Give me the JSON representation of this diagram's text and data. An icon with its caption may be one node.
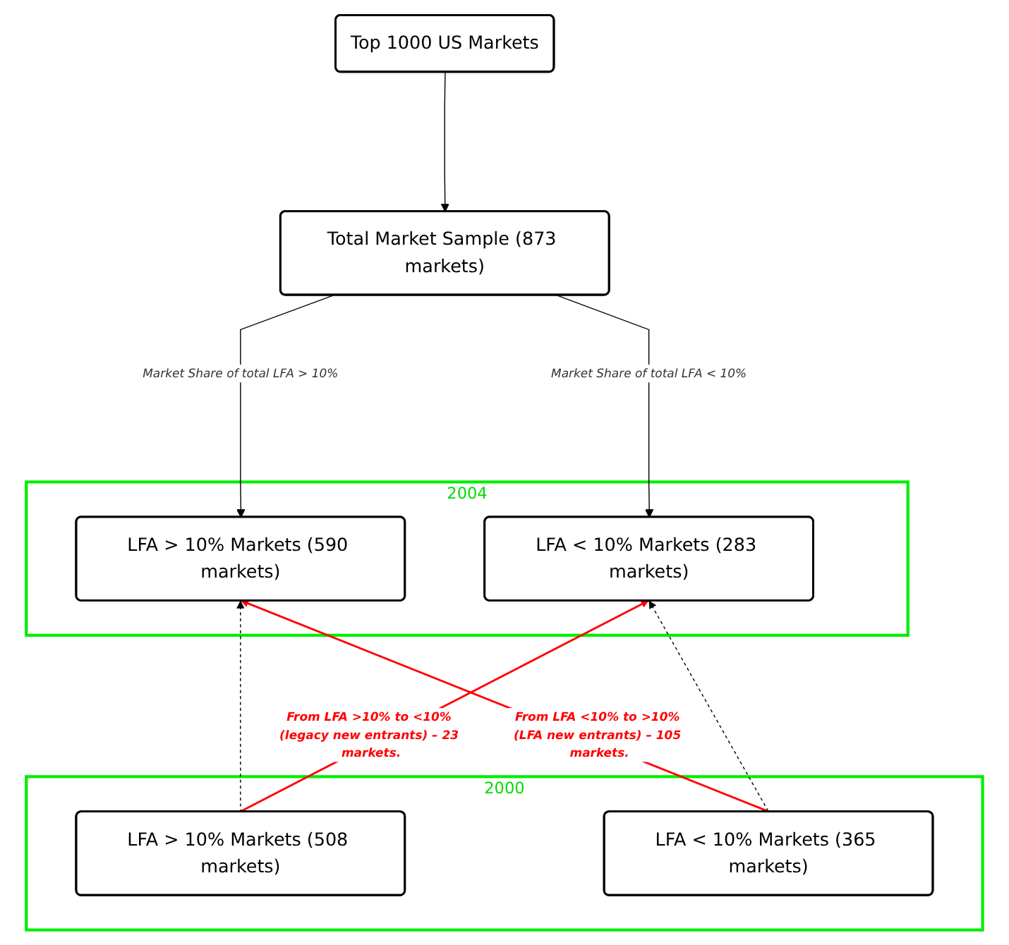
{
  "diagram": {
    "nodes": [
      {
        "text": [
          "Top 1000 US Markets"
        ]
      },
      {
        "text": [
          "Total Market Sample (873 markets)"
        ]
      },
      {
        "text": [
          "2004"
        ]
      },
      {
        "text": [
          "LFA > 10% Markets (590 markets)"
        ],
        "in": 2
      },
      {
        "text": [
          "LFA < 10% Markets (283 markets)"
        ],
        "in": 2
      },
      {
        "text": [
          "2000"
        ]
      },
      {
        "text": [
          "LFA > 10% Markets (508 markets)"
        ],
        "in": 5
      },
      {
        "text": [
          "LFA < 10% Markets (365 markets)"
        ],
        "in": 5
      }
    ],
    "edges": [
      {
        "from": 0,
        "to": 1,
        "arrow": "to"
      },
      {
        "from": 1,
        "to": 3,
        "arrow": "to",
        "label": "Market Share of total LFA > 10%"
      },
      {
        "from": 1,
        "to": 4,
        "arrow": "to",
        "label": "Market Share of total LFA < 10%"
      },
      {
        "from": 6,
        "to": 3,
        "arrow": "to",
        "style": "dashed"
      },
      {
        "from": 7,
        "to": 4,
        "arrow": "to",
        "style": "dashed"
      },
      {
        "from": 6,
        "to": 4,
        "arrow": "to",
        "color": "#ff0000",
        "label": "From LFA >10% to <10% (legacy new entrants) – 23 markets."
      },
      {
        "from": 7,
        "to": 3,
        "arrow": "to",
        "color": "#ff0000",
        "label": "From LFA <10% to >10% (LFA new entrants) – 105 markets."
      }
    ]
  }
}
